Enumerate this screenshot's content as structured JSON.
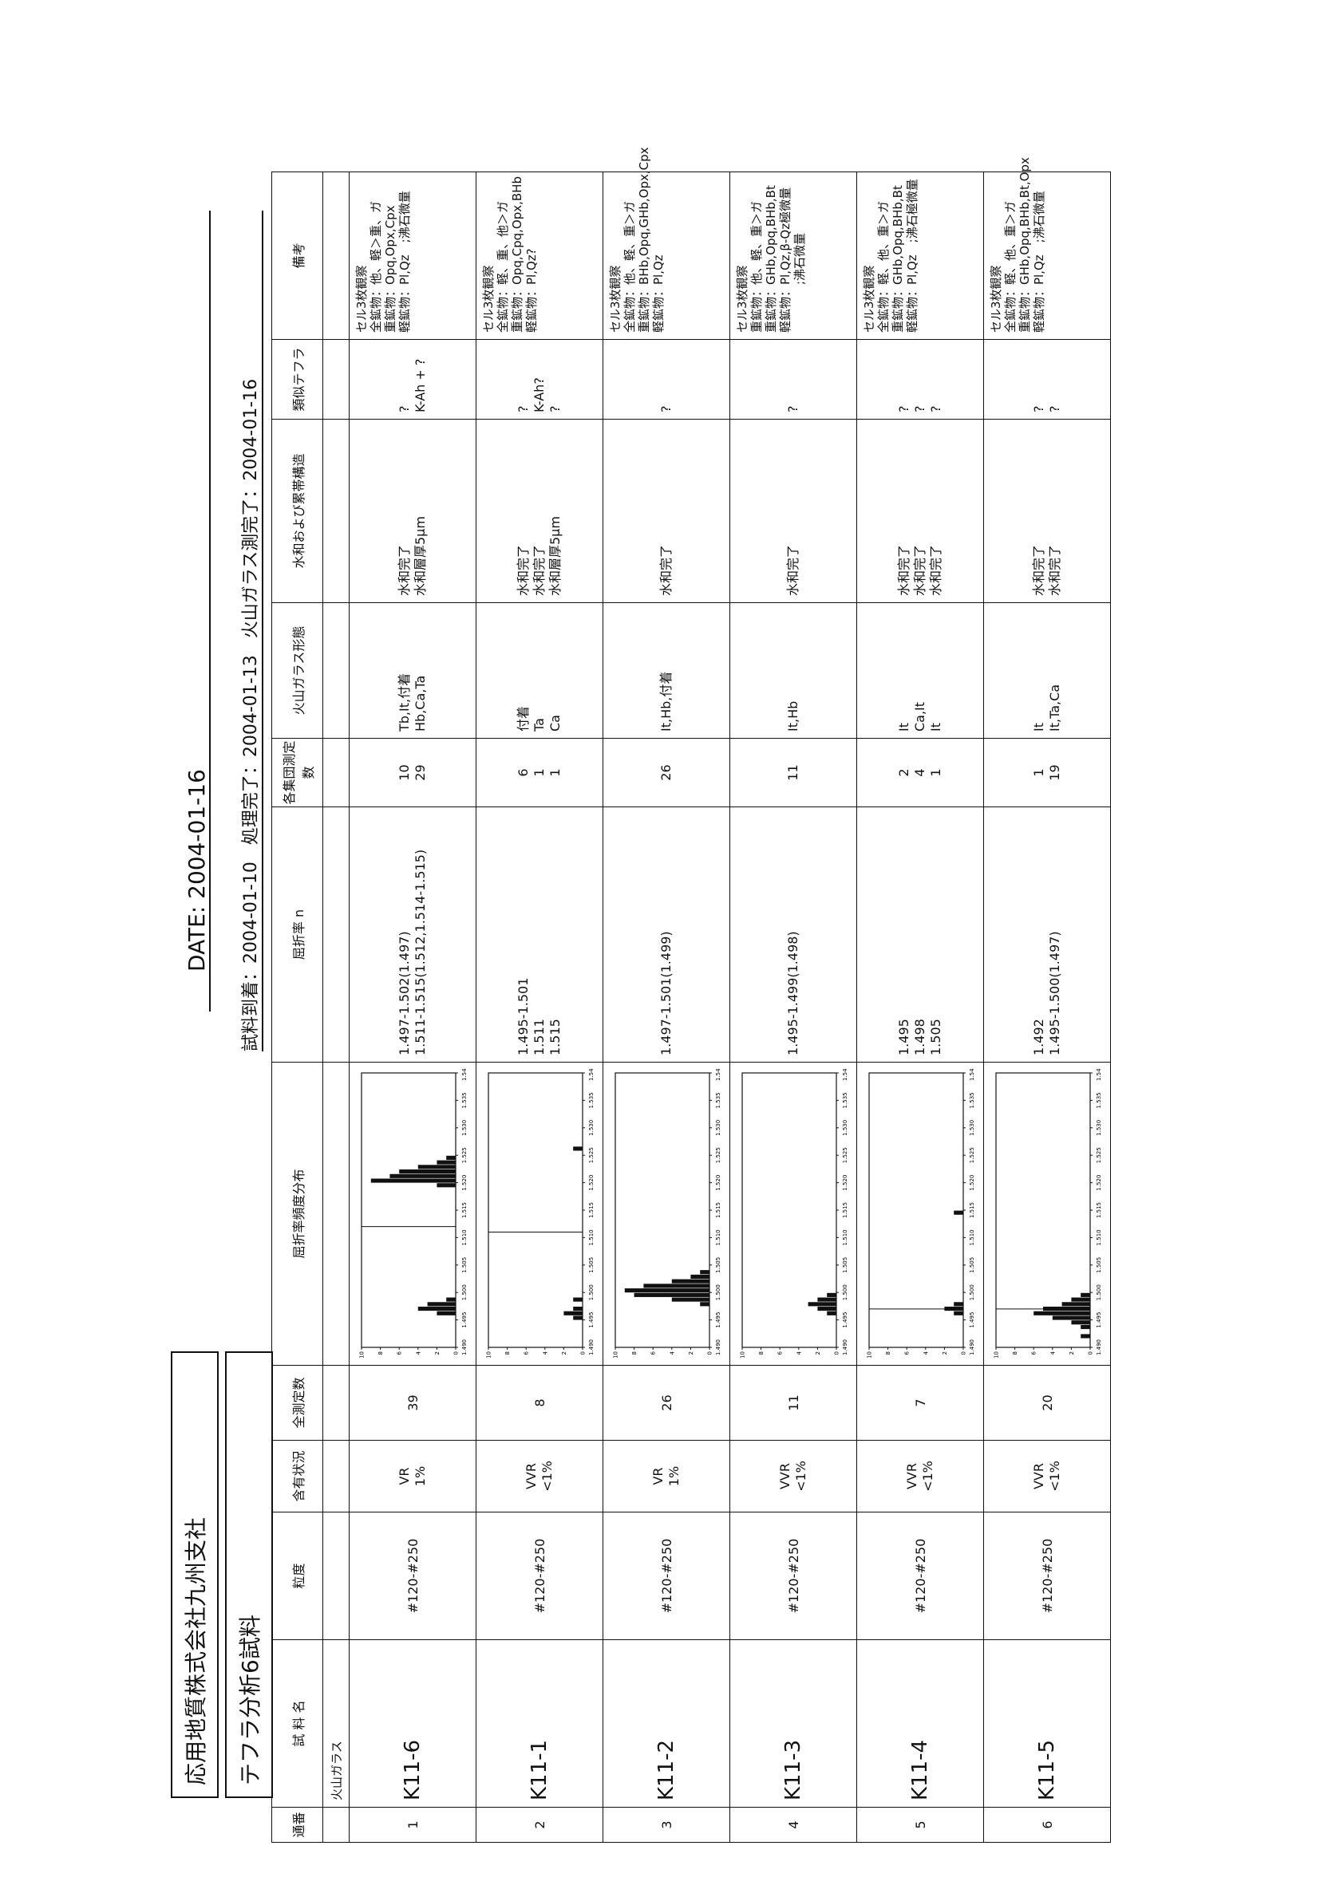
{
  "company": "応用地質株式会社九州支社",
  "subtitle": "テフラ分析6試料",
  "date": "DATE: 2004-01-16",
  "dates": {
    "received": "試料到着：2004-01-10",
    "processed": "処理完了：2004-01-13",
    "measured": "火山ガラス測完了：2004-01-16"
  },
  "headers": {
    "no": "通番",
    "sample": "試 料 名",
    "grain": "粒度",
    "content": "含有状況",
    "total": "全測定数",
    "hist": "屈折率頻度分布",
    "refr": "屈折率 n",
    "group_count": "各集団測定数",
    "shape": "火山ガラス形態",
    "hydration": "水和および累帯構造",
    "similar": "類似テフラ",
    "remarks": "備考"
  },
  "section": "火山ガラス",
  "rows": [
    {
      "no": "1",
      "name": "K11-6",
      "grain": "#120-#250",
      "content": "VR\n1%",
      "total": "39",
      "refr": "1.497-1.502(1.497)\n1.511-1.515(1.512,1.514-1.515)",
      "counts": "10\n29",
      "shape": "Tb,It,付着\nHb,Ca,Ta",
      "hydration": "水和完了\n水和層厚5μm",
      "similar": "?\nK-Ah + ?",
      "remarks": "セル3枚観察\n全鉱物：他、軽＞重、ガ\n重鉱物：Opq,Opx,Cpx\n軽鉱物：Pl,Qz　;沸石微量",
      "hist": [
        0,
        0,
        0,
        0,
        0,
        0,
        0,
        2,
        4,
        3,
        1,
        0,
        0,
        0,
        0,
        0,
        0,
        0,
        0,
        0,
        0,
        0,
        0,
        0,
        0,
        0,
        0,
        0,
        0,
        0,
        0,
        0,
        0,
        0,
        0,
        2,
        9,
        7,
        6,
        4,
        2,
        1,
        0,
        0,
        0,
        0,
        0,
        0,
        0,
        0,
        0,
        0,
        0,
        0,
        0,
        0,
        0,
        0,
        0,
        0
      ],
      "markers": [
        1.512
      ]
    },
    {
      "no": "2",
      "name": "K11-1",
      "grain": "#120-#250",
      "content": "VVR\n<1%",
      "total": "8",
      "refr": "1.495-1.501\n1.511\n1.515",
      "counts": "6\n1\n1",
      "shape": "付着\nTa\nCa",
      "hydration": "水和完了\n水和完了\n水和層厚5μm",
      "similar": "?\nK-Ah?\n?",
      "remarks": "セル3枚観察\n全鉱物：軽、重、他＞ガ\n重鉱物：Opq,Cpq,Opx,BHb\n軽鉱物：Pl,Qz?",
      "hist": [
        0,
        0,
        0,
        0,
        0,
        0,
        1,
        2,
        1,
        0,
        1,
        0,
        0,
        0,
        0,
        0,
        0,
        0,
        0,
        0,
        0,
        0,
        0,
        0,
        0,
        0,
        0,
        0,
        0,
        0,
        0,
        0,
        0,
        0,
        0,
        0,
        0,
        0,
        0,
        0,
        0,
        0,
        0,
        1,
        0,
        0,
        0,
        0,
        0,
        0,
        0,
        0,
        0,
        0,
        0,
        0,
        0,
        0,
        0,
        0
      ],
      "markers": [
        1.511
      ]
    },
    {
      "no": "3",
      "name": "K11-2",
      "grain": "#120-#250",
      "content": "VR\n1%",
      "total": "26",
      "refr": "1.497-1.501(1.499)",
      "counts": "26",
      "shape": "It,Hb,付着",
      "hydration": "水和完了",
      "similar": "?",
      "remarks": "セル3枚観察\n全鉱物：他、軽、重＞ガ\n重鉱物：BHb,Opq,GHb,Opx,Cpx\n軽鉱物：Pl,Qz",
      "hist": [
        0,
        0,
        0,
        0,
        0,
        0,
        0,
        0,
        0,
        1,
        4,
        8,
        9,
        7,
        4,
        2,
        1,
        0,
        0,
        0,
        0,
        0,
        0,
        0,
        0,
        0,
        0,
        0,
        0,
        0,
        0,
        0,
        0,
        0,
        0,
        0,
        0,
        0,
        0,
        0,
        0,
        0,
        0,
        0,
        0,
        0,
        0,
        0,
        0,
        0,
        0,
        0,
        0,
        0,
        0,
        0,
        0,
        0,
        0,
        0
      ],
      "markers": []
    },
    {
      "no": "4",
      "name": "K11-3",
      "grain": "#120-#250",
      "content": "VVR\n<1%",
      "total": "11",
      "refr": "1.495-1.499(1.498)",
      "counts": "11",
      "shape": "It,Hb",
      "hydration": "水和完了",
      "similar": "?",
      "remarks": "セル3枚観察\n重鉱物：他、軽、重＞ガ\n重鉱物：GHb,Opq,BHb,Bt\n軽鉱物：Pl,Qz,β-Qz極微量\n　　　　;沸石微量",
      "hist": [
        0,
        0,
        0,
        0,
        0,
        0,
        0,
        1,
        2,
        3,
        2,
        1,
        0,
        0,
        0,
        0,
        0,
        0,
        0,
        0,
        0,
        0,
        0,
        0,
        0,
        0,
        0,
        0,
        0,
        0,
        0,
        0,
        0,
        0,
        0,
        0,
        0,
        0,
        0,
        0,
        0,
        0,
        0,
        0,
        0,
        0,
        0,
        0,
        0,
        0,
        0,
        0,
        0,
        0,
        0,
        0,
        0,
        0,
        0,
        0
      ],
      "markers": []
    },
    {
      "no": "5",
      "name": "K11-4",
      "grain": "#120-#250",
      "content": "VVR\n<1%",
      "total": "7",
      "refr": "1.495\n1.498\n1.505",
      "counts": "2\n4\n1",
      "shape": "It\nCa,It\nIt",
      "hydration": "水和完了\n水和完了\n水和完了",
      "similar": "?\n?\n?",
      "remarks": "セル3枚観察\n全鉱物：軽、他、重＞ガ\n重鉱物：GHb,Opq,BHb,Bt\n軽鉱物：Pl,Qz　;沸石極微量",
      "hist": [
        0,
        0,
        0,
        0,
        0,
        0,
        0,
        1,
        2,
        1,
        0,
        0,
        0,
        0,
        0,
        0,
        0,
        0,
        0,
        0,
        0,
        0,
        0,
        0,
        0,
        0,
        0,
        0,
        0,
        1,
        0,
        0,
        0,
        0,
        0,
        0,
        0,
        0,
        0,
        0,
        0,
        0,
        0,
        0,
        0,
        0,
        0,
        0,
        0,
        0,
        0,
        0,
        0,
        0,
        0,
        0,
        0,
        0,
        0,
        0
      ],
      "markers": [
        1.497
      ]
    },
    {
      "no": "6",
      "name": "K11-5",
      "grain": "#120-#250",
      "content": "VVR\n<1%",
      "total": "20",
      "refr": "1.492\n1.495-1.500(1.497)",
      "counts": "1\n19",
      "shape": "It\nIt,Ta,Ca",
      "hydration": "水和完了\n水和完了",
      "similar": "?\n?",
      "remarks": "セル3枚観察\n全鉱物：軽、他、重＞ガ\n重鉱物：GHb,Opq,BHb,Bt,Opx\n軽鉱物：Pl,Qz　;沸石微量",
      "hist": [
        0,
        0,
        1,
        0,
        1,
        2,
        4,
        6,
        5,
        3,
        2,
        1,
        0,
        0,
        0,
        0,
        0,
        0,
        0,
        0,
        0,
        0,
        0,
        0,
        0,
        0,
        0,
        0,
        0,
        0,
        0,
        0,
        0,
        0,
        0,
        0,
        0,
        0,
        0,
        0,
        0,
        0,
        0,
        0,
        0,
        0,
        0,
        0,
        0,
        0,
        0,
        0,
        0,
        0,
        0,
        0,
        0,
        0,
        0,
        0
      ],
      "markers": [
        1.497
      ]
    }
  ],
  "chart_data": {
    "type": "bar",
    "x_start": 1.49,
    "x_step": 0.0008333,
    "xlim": [
      1.49,
      1.54
    ],
    "x_ticks": [
      "1.490",
      "1.495",
      "1.500",
      "1.505",
      "1.510",
      "1.515",
      "1.520",
      "1.525",
      "1.530",
      "1.535",
      "1.540"
    ],
    "ylim": [
      0,
      10
    ],
    "y_ticks": [
      "0",
      "2",
      "4",
      "6",
      "8",
      "10"
    ]
  }
}
